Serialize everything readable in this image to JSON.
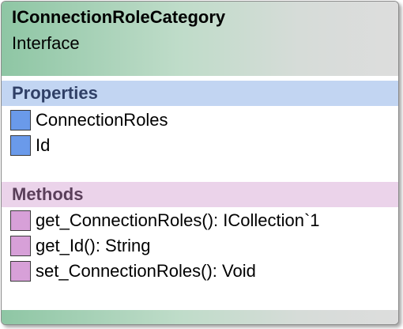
{
  "class_box": {
    "name": "IConnectionRoleCategory",
    "stereotype": "Interface",
    "properties_heading": "Properties",
    "properties": [
      "ConnectionRoles",
      "Id"
    ],
    "methods_heading": "Methods",
    "methods": [
      "get_ConnectionRoles(): ICollection`1",
      "get_Id(): String",
      "set_ConnectionRoles(): Void"
    ],
    "colors": {
      "header_gradient_start": "#8ec6a4",
      "header_gradient_end": "#dddddd",
      "properties_bar": "#c2d5f2",
      "methods_bar": "#ebd3ea",
      "property_icon": "#6a9aea",
      "method_icon": "#d7a0d8"
    }
  }
}
